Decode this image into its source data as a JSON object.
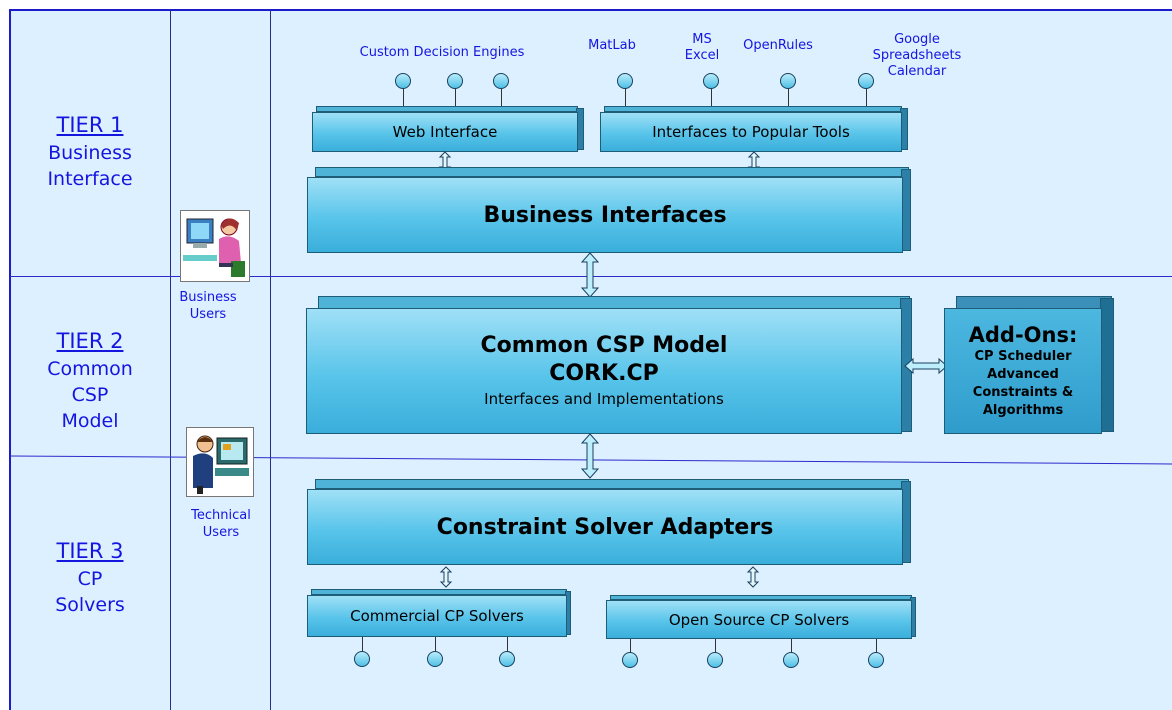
{
  "tiers": [
    {
      "title": "TIER 1",
      "lines": [
        "Business",
        "Interface"
      ]
    },
    {
      "title": "TIER 2",
      "lines": [
        "Common",
        "CSP",
        "Model"
      ]
    },
    {
      "title": "TIER 3",
      "lines": [
        "CP",
        "Solvers"
      ]
    }
  ],
  "users": {
    "business": [
      "Business",
      "Users"
    ],
    "technical": [
      "Technical",
      "Users"
    ]
  },
  "top_labels": {
    "custom_engines": "Custom Decision Engines",
    "matlab": "MatLab",
    "ms_excel": [
      "MS",
      "Excel"
    ],
    "openrules": "OpenRules",
    "google": [
      "Google",
      "Spreadsheets",
      "Calendar"
    ]
  },
  "boxes": {
    "web_interface": "Web Interface",
    "popular_tools": "Interfaces to Popular Tools",
    "business_interfaces": "Business Interfaces",
    "csp_model": {
      "title": "Common CSP Model",
      "subtitle": "CORK.CP",
      "caption": "Interfaces and Implementations"
    },
    "addons": {
      "title": "Add-Ons:",
      "lines": [
        "CP Scheduler",
        "Advanced",
        "Constraints &",
        "Algorithms"
      ]
    },
    "solver_adapters": "Constraint Solver Adapters",
    "commercial": "Commercial CP Solvers",
    "open_source": "Open Source CP Solvers"
  },
  "colors": {
    "tier_text": "#1515e0",
    "background": "#dcf0ff",
    "box_face": "#58c4ea",
    "border": "#1c1ccc"
  }
}
